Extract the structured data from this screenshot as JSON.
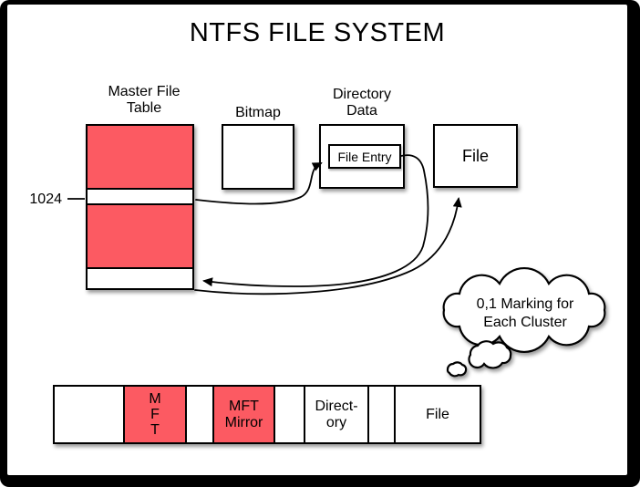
{
  "title": "NTFS FILE SYSTEM",
  "colors": {
    "accent_red": "#FC5A62",
    "line": "#000000",
    "background": "#FFFFFF"
  },
  "mft": {
    "label": "Master File\nTable",
    "record_marker": "1024"
  },
  "bitmap": {
    "label": "Bitmap"
  },
  "directory": {
    "label": "Directory\nData",
    "file_entry_label": "File Entry"
  },
  "file": {
    "label": "File"
  },
  "cloud": {
    "text": "0,1 Marking for\nEach Cluster"
  },
  "disk_bar": {
    "segments": [
      {
        "label": "",
        "red": false
      },
      {
        "label": "M\nF\nT",
        "red": true
      },
      {
        "label": "",
        "red": false
      },
      {
        "label": "MFT\nMirror",
        "red": true
      },
      {
        "label": "",
        "red": false
      },
      {
        "label": "Direct-\nory",
        "red": false
      },
      {
        "label": "",
        "red": false
      },
      {
        "label": "File",
        "red": false
      }
    ]
  }
}
